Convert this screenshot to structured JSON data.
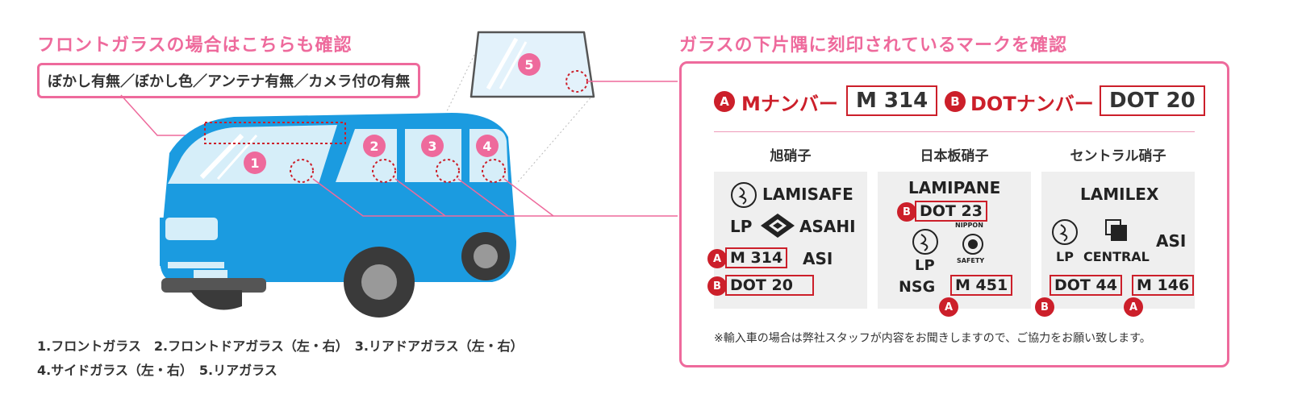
{
  "left": {
    "title": "フロントガラスの場合はこちらも確認",
    "box_text": "ぼかし有無／ぼかし色／アンテナ有無／カメラ付の有無",
    "numbers": [
      "1",
      "2",
      "3",
      "4",
      "5"
    ],
    "caption_line1": "1.フロントガラス　2.フロントドアガラス（左・右）　3.リアドアガラス（左・右）",
    "caption_line2": "4.サイドガラス（左・右）　5.リアガラス"
  },
  "right": {
    "title": "ガラスの下片隅に刻印されているマークを確認",
    "marker_a": "A",
    "marker_b": "B",
    "m_label": "Mナンバー",
    "m_value": "M 314",
    "dot_label": "DOTナンバー",
    "dot_value": "DOT 20",
    "makers": [
      {
        "name": "旭硝子",
        "brand": "LAMISAFE",
        "lp": "LP",
        "maker_mark": "ASAHI",
        "m": "M 314",
        "code": "ASI",
        "dot": "DOT 20"
      },
      {
        "name": "日本板硝子",
        "brand": "LAMIPANE",
        "dot": "DOT 23",
        "lp": "LP",
        "nsg": "NSG",
        "m": "M 451",
        "arc_top": "NIPPON",
        "arc_bottom": "SAFETY"
      },
      {
        "name": "セントラル硝子",
        "brand": "LAMILEX",
        "lp": "LP",
        "central": "CENTRAL",
        "code": "ASI",
        "dot": "DOT 44",
        "m": "M 146"
      }
    ],
    "note": "※輸入車の場合は弊社スタッフが内容をお聞きしますので、ご協力をお願い致します。"
  },
  "colors": {
    "pink": "#ee6a9c",
    "red": "#cc1f2a",
    "van_blue": "#1b9be0",
    "glass": "#d6eef9"
  }
}
